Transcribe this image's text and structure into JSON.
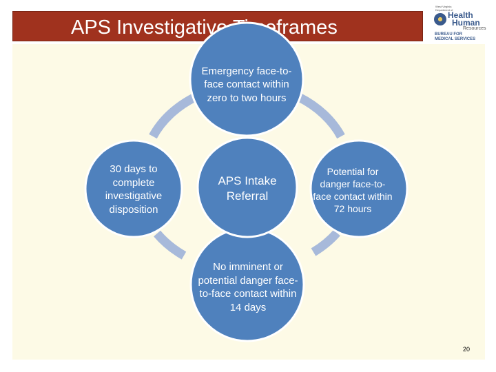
{
  "slide": {
    "title": "APS Investigative Timeframes",
    "page_number": "20"
  },
  "logo": {
    "line1": "West Virginia",
    "line2": "Department of",
    "health": "Health",
    "human": "Human",
    "resources": "Resources",
    "bureau_line1": "BUREAU FOR",
    "bureau_line2": "MEDICAL SERVICES"
  },
  "diagram": {
    "center": "APS Intake Referral",
    "top": "Emergency face-to-face contact within zero to two hours",
    "right": "Potential for danger face-to-face contact within 72 hours",
    "bottom": "No imminent or potential danger face-to-face contact within 14 days",
    "left": "30 days to complete investigative disposition",
    "colors": {
      "node_fill": "#4f81bd",
      "node_border": "#ffffff",
      "arc_fill": "#a7b9da",
      "title_bar": "#a0321e",
      "content_bg": "#fdfae6"
    }
  }
}
